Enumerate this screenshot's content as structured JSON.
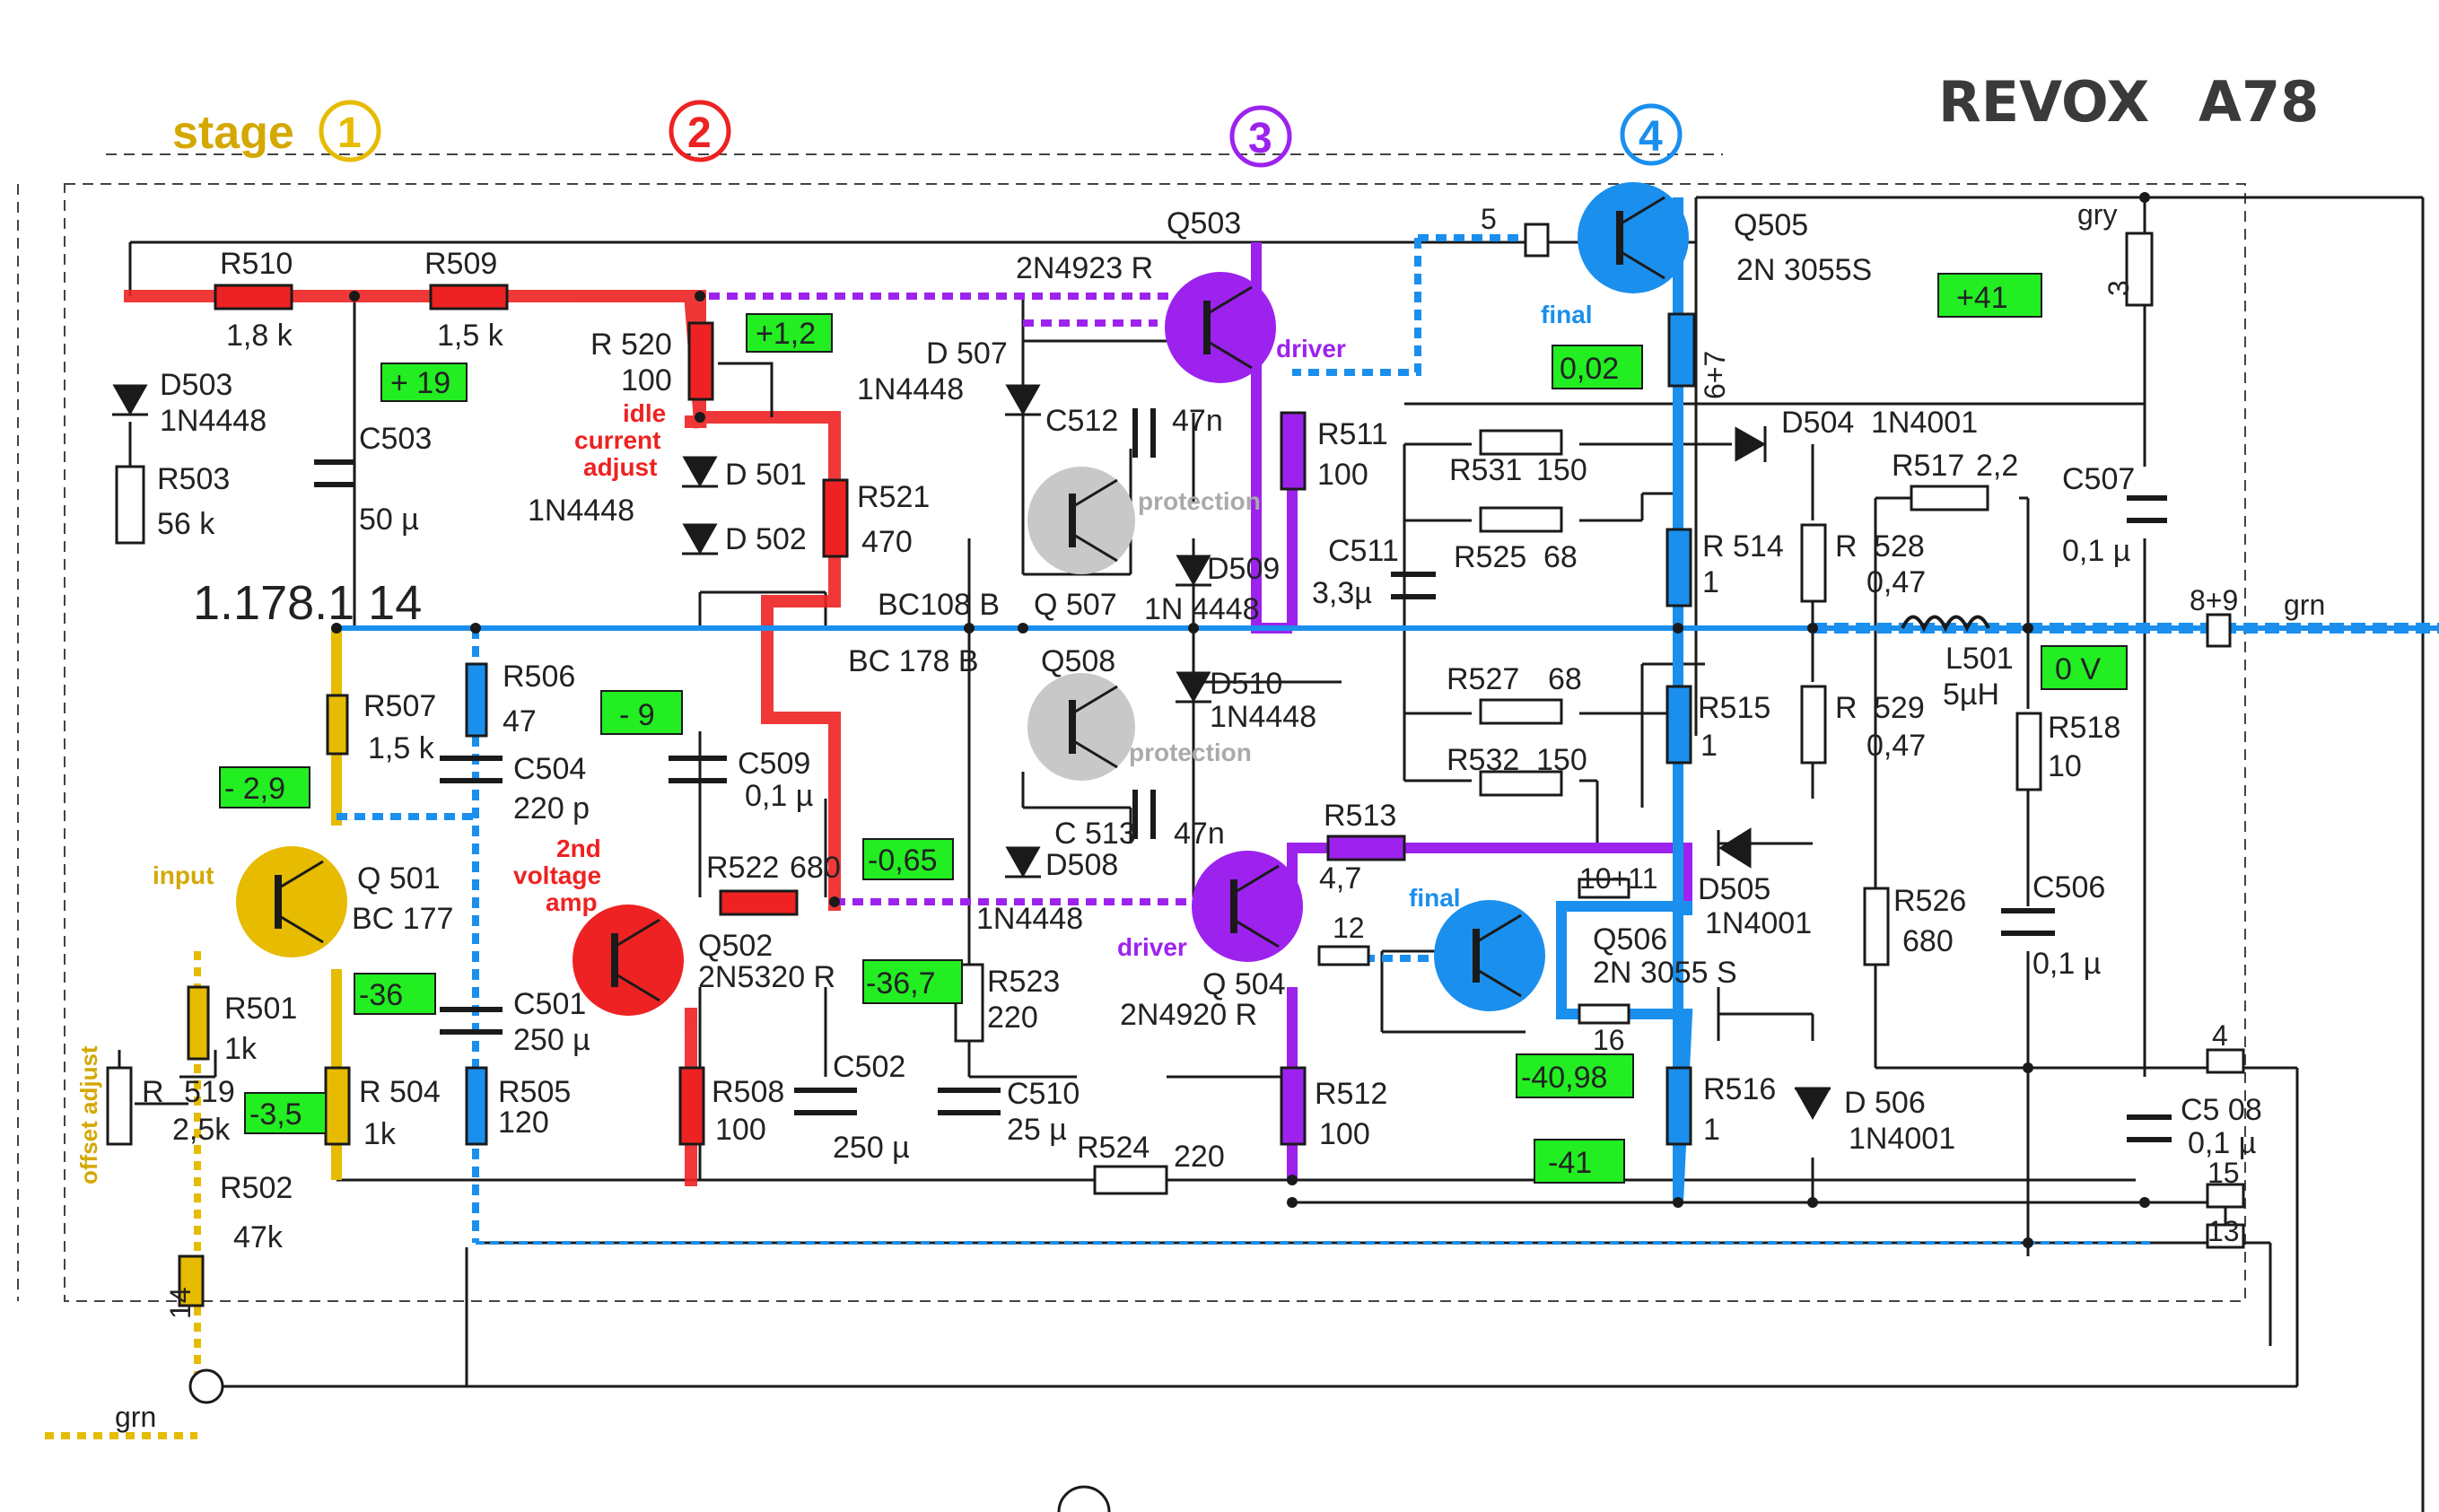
{
  "brand": {
    "maker": "REVOX",
    "model": "A78"
  },
  "stages": {
    "s1": {
      "word": "stage",
      "num": "1"
    },
    "s2": {
      "num": "2"
    },
    "s3": {
      "num": "3"
    },
    "s4": {
      "num": "4"
    }
  },
  "board_id": "1.178.1 14",
  "colors": {
    "stage1": "#e6bb00",
    "stage2": "#ee2222",
    "stage3": "#9d22ee",
    "stage4": "#1a8fee",
    "voltage_bg": "#22ee22",
    "protection": "#c8c8c8"
  },
  "annotations": {
    "input": "input",
    "second_amp": [
      "2nd",
      "voltage",
      "amp"
    ],
    "idle": [
      "idle",
      "current",
      "adjust"
    ],
    "driver_top": "driver",
    "driver_bottom": "driver",
    "final_top": "final",
    "final_bottom": "final",
    "protection_top": "protection",
    "protection_bottom": "protection",
    "offset": "offset adjust"
  },
  "voltages": {
    "v19": "+ 19",
    "v1_2": "+1,2",
    "v41": "+41",
    "v0_02": "0,02",
    "vm9": "- 9",
    "vm2_9": "- 2,9",
    "vm0_65": "-0,65",
    "vm36": "-36",
    "vm36_7": "-36,7",
    "vm3_5": "-3,5",
    "vm40_98": "-40,98",
    "vm41": "-41",
    "v0v": "0 V"
  },
  "components": {
    "r510": [
      "R510",
      "1,8 k"
    ],
    "r509": [
      "R509",
      "1,5 k"
    ],
    "d503": [
      "D503",
      "1N4448"
    ],
    "r503": [
      "R503",
      "56 k"
    ],
    "c503": [
      "C503",
      "50 µ"
    ],
    "r520": [
      "R 520",
      "100"
    ],
    "d501": "D 501",
    "d502": "D 502",
    "d50x_type": "1N4448",
    "r521": [
      "R521",
      "470"
    ],
    "q503": [
      "Q503",
      "2N4923 R"
    ],
    "d507": [
      "D 507",
      "1N4448"
    ],
    "c512": [
      "C512",
      "47n"
    ],
    "r511": [
      "R511",
      "100"
    ],
    "q507": "Q 507",
    "d509": [
      "D509",
      "1N 4448"
    ],
    "c511": [
      "C511",
      "3,3µ"
    ],
    "q508": "Q508",
    "d510": [
      "D510",
      "1N4448"
    ],
    "c513": [
      "C 513",
      "47n"
    ],
    "d508": [
      "D508",
      "1N4448"
    ],
    "bc108": "BC108 B",
    "bc178": "BC 178 B",
    "q505": [
      "Q505",
      "2N 3055S"
    ],
    "q506": [
      "Q506",
      "2N 3055 S"
    ],
    "q504": [
      "Q 504",
      "2N4920 R"
    ],
    "d504": [
      "D504",
      "1N4001"
    ],
    "r531": [
      "R531",
      "150"
    ],
    "r525": [
      "R525",
      "68"
    ],
    "r514": [
      "R 514",
      "1"
    ],
    "r528": [
      "R",
      "528",
      "0,47"
    ],
    "r517": [
      "R517",
      "2,2"
    ],
    "c507": [
      "C507",
      "0,1 µ"
    ],
    "r527": [
      "R527",
      "68"
    ],
    "r532": [
      "R532",
      "150"
    ],
    "r515": [
      "R515",
      "1"
    ],
    "r529": [
      "R",
      "529",
      "0,47"
    ],
    "l501": [
      "L501",
      "5µH"
    ],
    "r518": [
      "R518",
      "10"
    ],
    "r513": [
      "R513",
      "4,7"
    ],
    "d505": [
      "D505",
      "1N4001"
    ],
    "r526": [
      "R526",
      "680"
    ],
    "c506": [
      "C506",
      "0,1 µ"
    ],
    "r507": [
      "R507",
      "1,5 k"
    ],
    "r506": [
      "R506",
      "47"
    ],
    "c504": [
      "C504",
      "220 p"
    ],
    "c509": [
      "C509",
      "0,1 µ"
    ],
    "q501": [
      "Q 501",
      "BC 177"
    ],
    "q502": [
      "Q502",
      "2N5320 R"
    ],
    "r522": [
      "R522",
      "680"
    ],
    "r501": [
      "R501",
      "1k"
    ],
    "c501": [
      "C501",
      "250 µ"
    ],
    "r523": [
      "R523",
      "220"
    ],
    "r519": [
      "R",
      "519",
      "2,5k"
    ],
    "r504": [
      "R 504",
      "1k"
    ],
    "r505": [
      "R505",
      "120"
    ],
    "r508": [
      "R508",
      "100"
    ],
    "c502": [
      "C502",
      "250 µ"
    ],
    "c510": [
      "C510",
      "25 µ"
    ],
    "r524": [
      "R524",
      "220"
    ],
    "r512": [
      "R512",
      "100"
    ],
    "r516": [
      "R516",
      "1"
    ],
    "d506": [
      "D 506",
      "1N4001"
    ],
    "c508": [
      "C5 08",
      "0,1 µ"
    ],
    "r502": [
      "R502",
      "47k"
    ]
  },
  "pins": {
    "p5": "5",
    "p3": "3",
    "p67": "6+7",
    "p89": "8+9",
    "p1011": "10+11",
    "p12": "12",
    "p16": "16",
    "p4": "4",
    "p15": "15",
    "p13": "13",
    "p14": "14",
    "gry": "gry",
    "grn1": "grn",
    "grn2": "grn"
  }
}
